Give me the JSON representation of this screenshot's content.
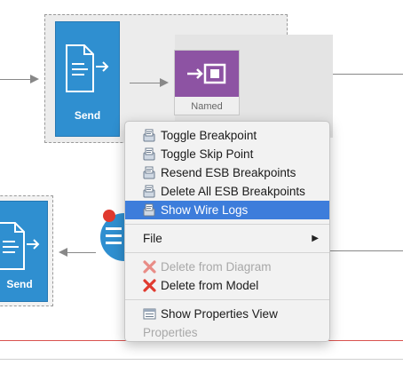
{
  "diagram": {
    "send_label_top": "Send",
    "send_label_bottom": "Send",
    "named_label": "Named"
  },
  "context_menu": {
    "items": [
      {
        "label": "Toggle Breakpoint",
        "icon": "breakpoint-icon"
      },
      {
        "label": "Toggle Skip Point",
        "icon": "breakpoint-icon"
      },
      {
        "label": "Resend ESB Breakpoints",
        "icon": "breakpoint-icon"
      },
      {
        "label": "Delete All ESB Breakpoints",
        "icon": "breakpoint-icon"
      },
      {
        "label": "Show Wire Logs",
        "icon": "breakpoint-icon",
        "highlighted": true
      },
      {
        "label": "File",
        "submenu": true
      },
      {
        "label": "Delete from Diagram",
        "icon": "delete-x-icon",
        "disabled": true
      },
      {
        "label": "Delete from Model",
        "icon": "delete-x-icon"
      },
      {
        "label": "Show Properties View",
        "icon": "properties-view-icon"
      },
      {
        "label": "Properties",
        "disabled": true
      }
    ]
  },
  "colors": {
    "send_blue": "#2f8fd0",
    "named_purple": "#8d53a3",
    "menu_highlight": "#3d7ddb",
    "delete_red": "#e03a2f"
  }
}
